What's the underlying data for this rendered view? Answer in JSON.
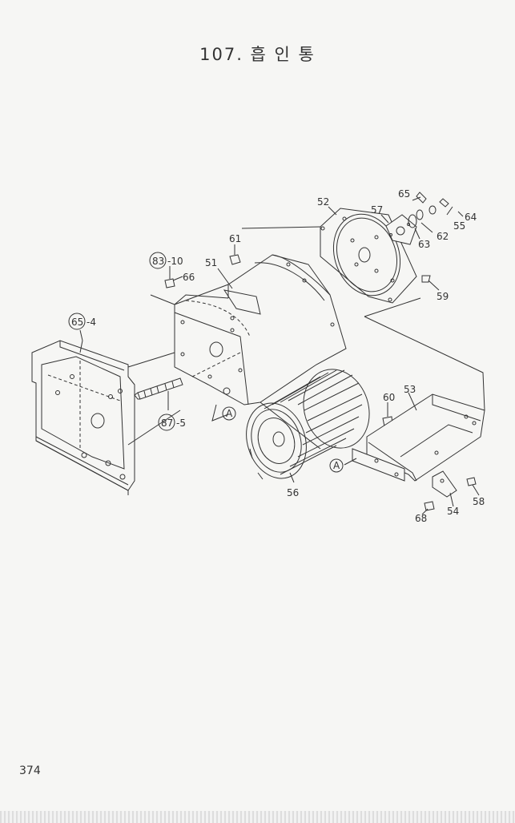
{
  "title": "107. 흡 인 통",
  "page_number": "374",
  "labels": {
    "p51": "51",
    "p52": "52",
    "p53": "53",
    "p54": "54",
    "p55": "55",
    "p56": "56",
    "p57": "57",
    "p58": "58",
    "p59": "59",
    "p60": "60",
    "p61": "61",
    "p62": "62",
    "p63": "63",
    "p64": "64",
    "p65": "65",
    "p66": "66",
    "p68": "68",
    "c65_num": "65",
    "c65_suffix": "-4",
    "c83_num": "83",
    "c83_suffix": "-10",
    "c87_num": "87",
    "c87_suffix": "-5",
    "refA1": "A",
    "refA2": "A"
  }
}
